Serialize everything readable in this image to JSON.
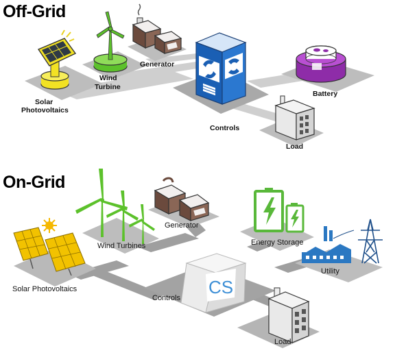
{
  "offgrid": {
    "title": "Off-Grid",
    "labels": {
      "solar_line1": "Solar",
      "solar_line2": "Photovoltaics",
      "wind_line1": "Wind",
      "wind_line2": "Turbine",
      "generator": "Generator",
      "controls": "Controls",
      "battery": "Battery",
      "load": "Load"
    }
  },
  "ongrid": {
    "title": "On-Grid",
    "labels": {
      "solar": "Solar Photovoltaics",
      "wind": "Wind Turbines",
      "generator": "Generator",
      "energy_storage": "Energy Storage",
      "utility": "Utility",
      "controls": "Controls",
      "load": "Load",
      "cs_logo": "CS"
    }
  },
  "colors": {
    "solar_yellow": "#f2e224",
    "wind_green": "#5cc12b",
    "generator_brown": "#6b4a3d",
    "controls_blue": "#1a5fb4",
    "battery_purple": "#8e2ca8",
    "storage_green": "#59b83a",
    "utility_blue": "#2b78c2",
    "platform_gray": "#b4b4b4"
  }
}
